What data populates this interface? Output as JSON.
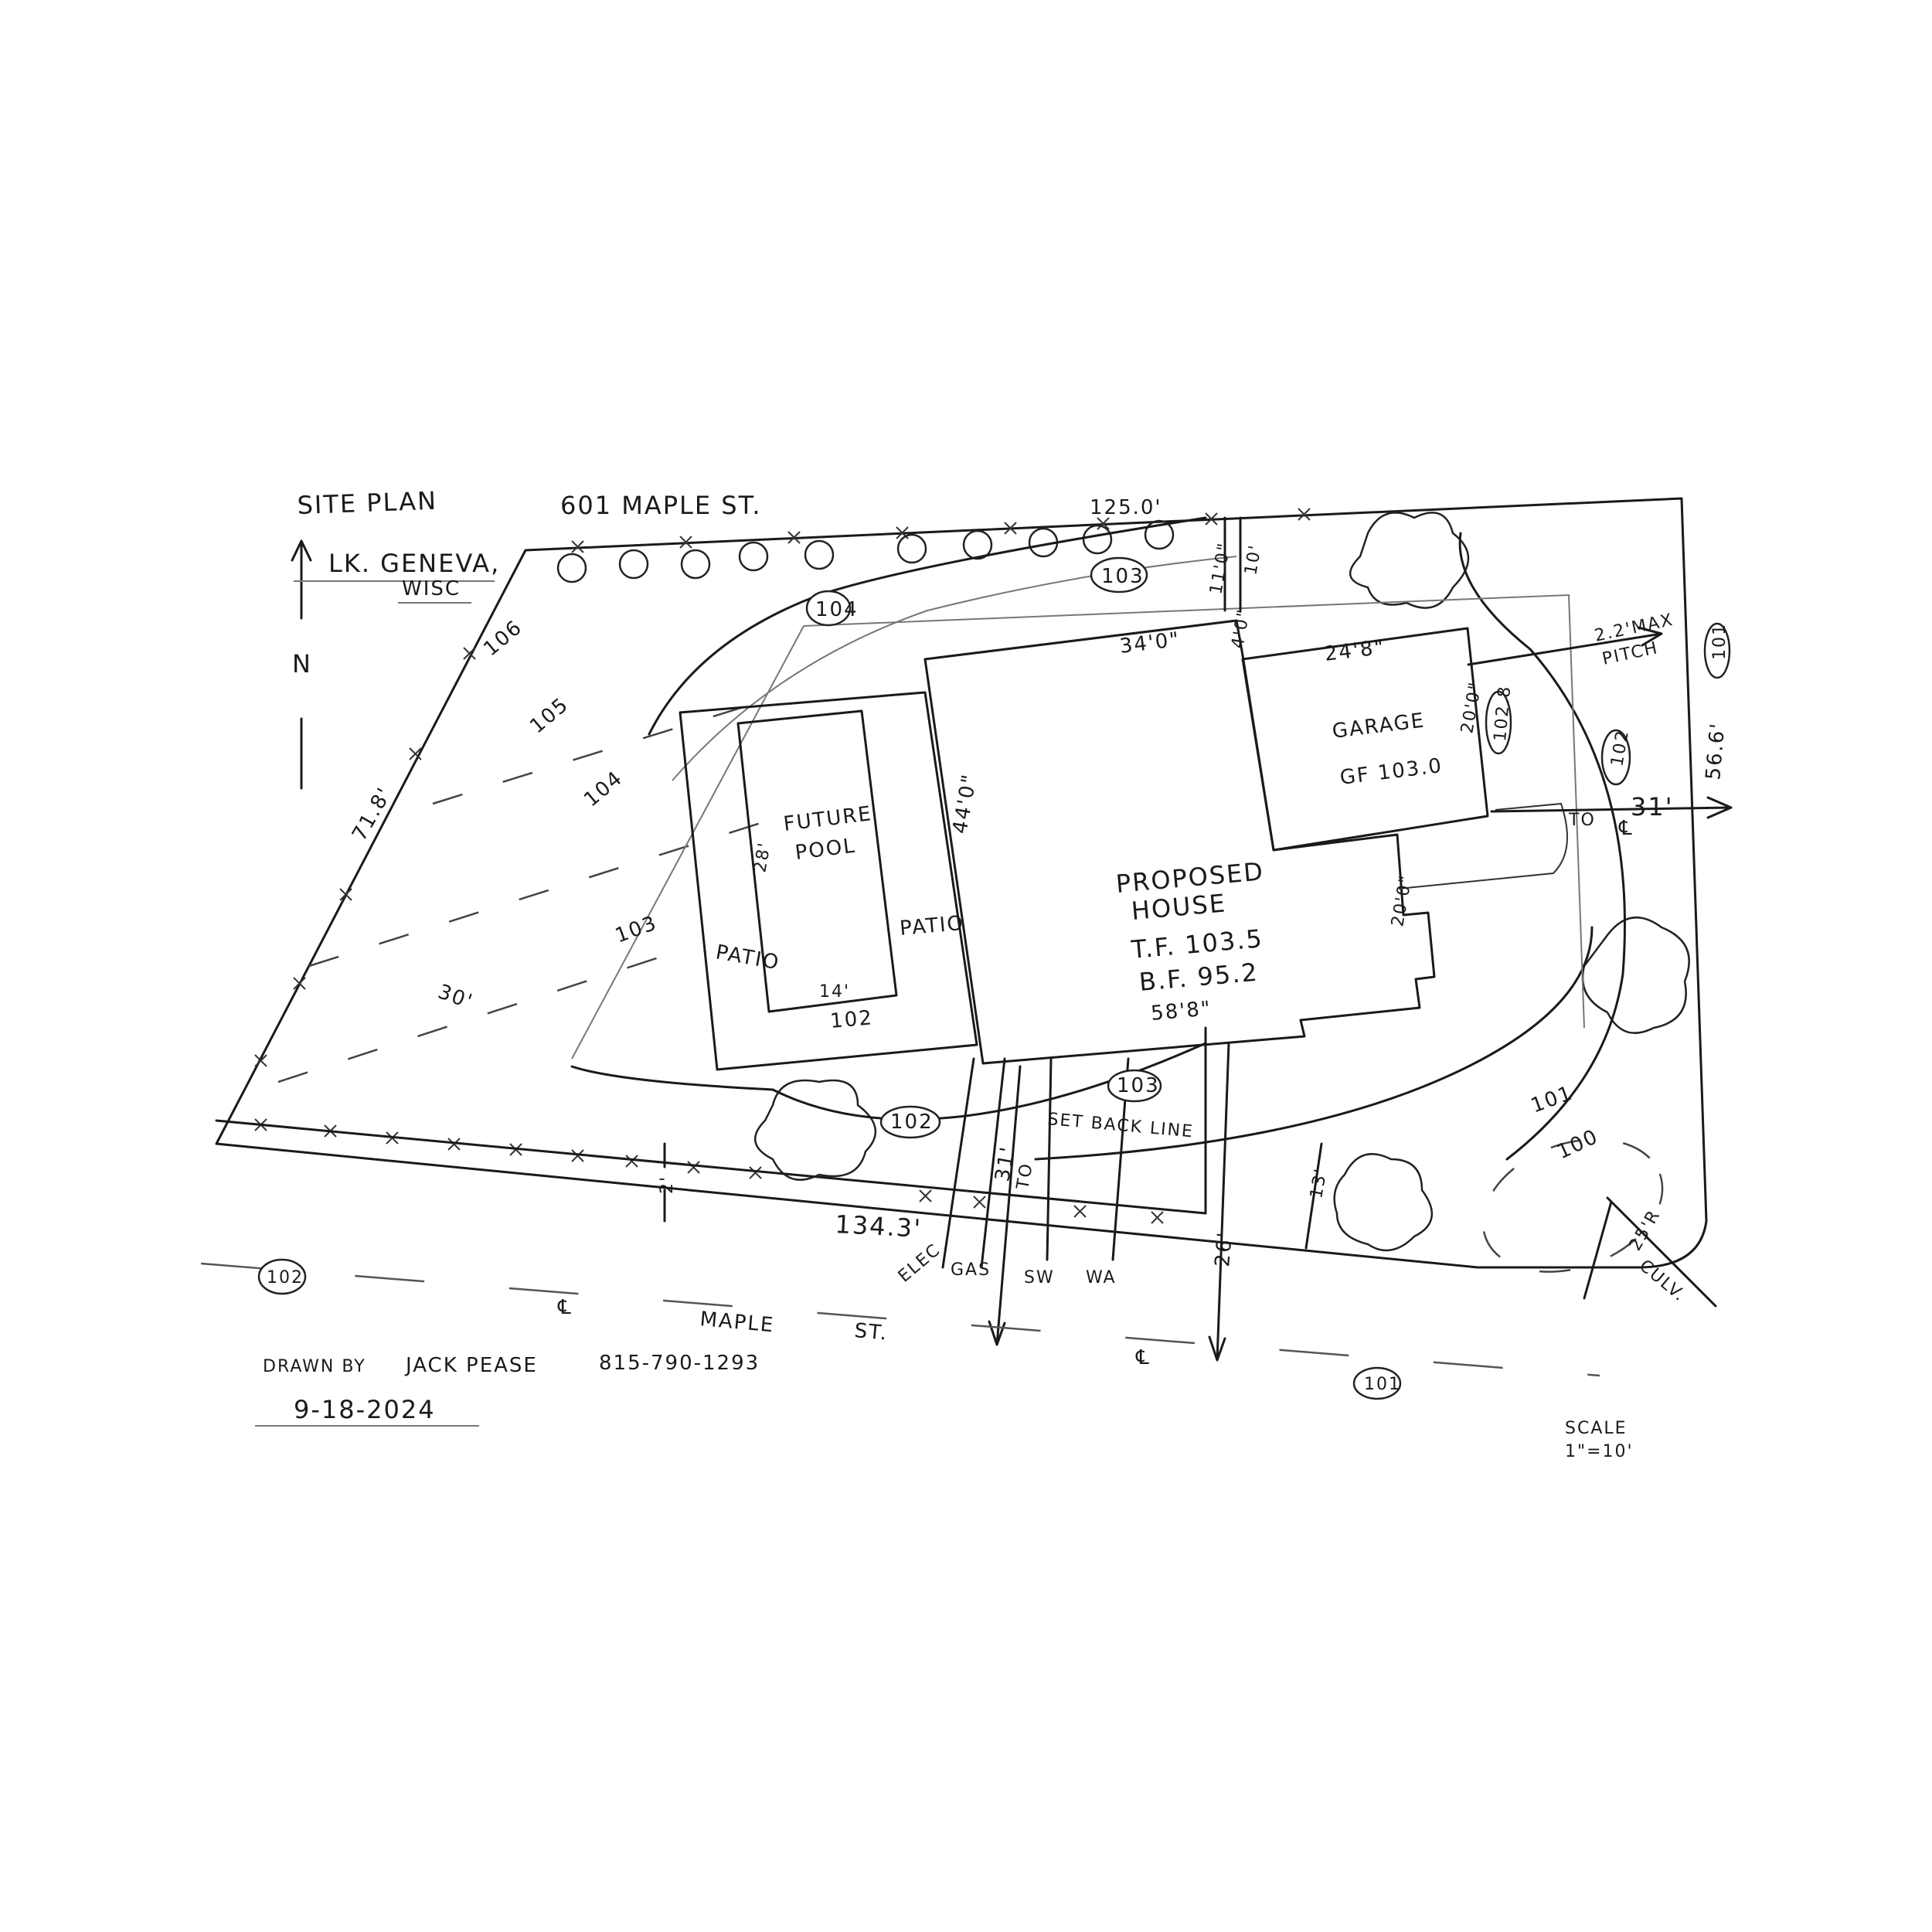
{
  "title_block": {
    "title": "SITE PLAN",
    "address": "601 MAPLE ST.",
    "city": "LK. GENEVA,",
    "state": "WISC",
    "north": "N",
    "drawn_by_label": "DRAWN BY",
    "drawn_by": "JACK PEASE",
    "phone": "815-790-1293",
    "date": "9-18-2024",
    "scale_label": "SCALE",
    "scale": "1\"=10'"
  },
  "lot": {
    "rear_length": "125.0'",
    "left_length": "71.8'",
    "right_length": "56.6'",
    "front_length": "134.3'",
    "corner_radius": "25'R",
    "culvert": "CULV.",
    "front_offset": "2'",
    "right_offset": "13'"
  },
  "house": {
    "label1": "PROPOSED",
    "label2": "HOUSE",
    "top_floor": "T.F. 103.5",
    "basement_floor": "B.F. 95.2",
    "width_top": "34'0\"",
    "depth": "44'0\"",
    "width_bottom": "58'8\"",
    "side_depth": "20'0\"",
    "rear_setback_a": "11'0\"",
    "rear_setback_b": "10'",
    "rear_offset": "4'0\""
  },
  "garage": {
    "label": "GARAGE",
    "floor": "GF 103.0",
    "width": "24'8\"",
    "depth": "20'0\"",
    "elevation": "102.8",
    "pitch_note1": "2.2'MAX",
    "pitch_note2": "PITCH",
    "driveway_dist": "31'",
    "driveway_to": "TO",
    "centerline": "℄"
  },
  "pool": {
    "label1": "FUTURE",
    "label2": "POOL",
    "length": "28'",
    "width": "14'",
    "elevation": "102",
    "patio_left": "PATIO",
    "patio_right": "PATIO"
  },
  "setback": {
    "label": "SET BACK LINE",
    "front_dist": "31'",
    "front_to": "TO",
    "front_dist2": "26'"
  },
  "utilities": [
    "ELEC",
    "GAS",
    "SW",
    "WA"
  ],
  "contours": {
    "c106": "106",
    "c105": "105",
    "c104": "104",
    "c103": "103",
    "c30": "30'",
    "c104_oval": "104",
    "c103_oval": "103",
    "c103_oval_front": "103",
    "c102_oval_front": "102",
    "c102_oval_right": "102",
    "c101_oval_right": "101",
    "c101": "101",
    "c100": "100"
  },
  "street": {
    "name1": "MAPLE",
    "name2": "ST.",
    "cl_left": "℄",
    "cl_right": "℄",
    "elev_left": "102",
    "elev_right": "101"
  }
}
